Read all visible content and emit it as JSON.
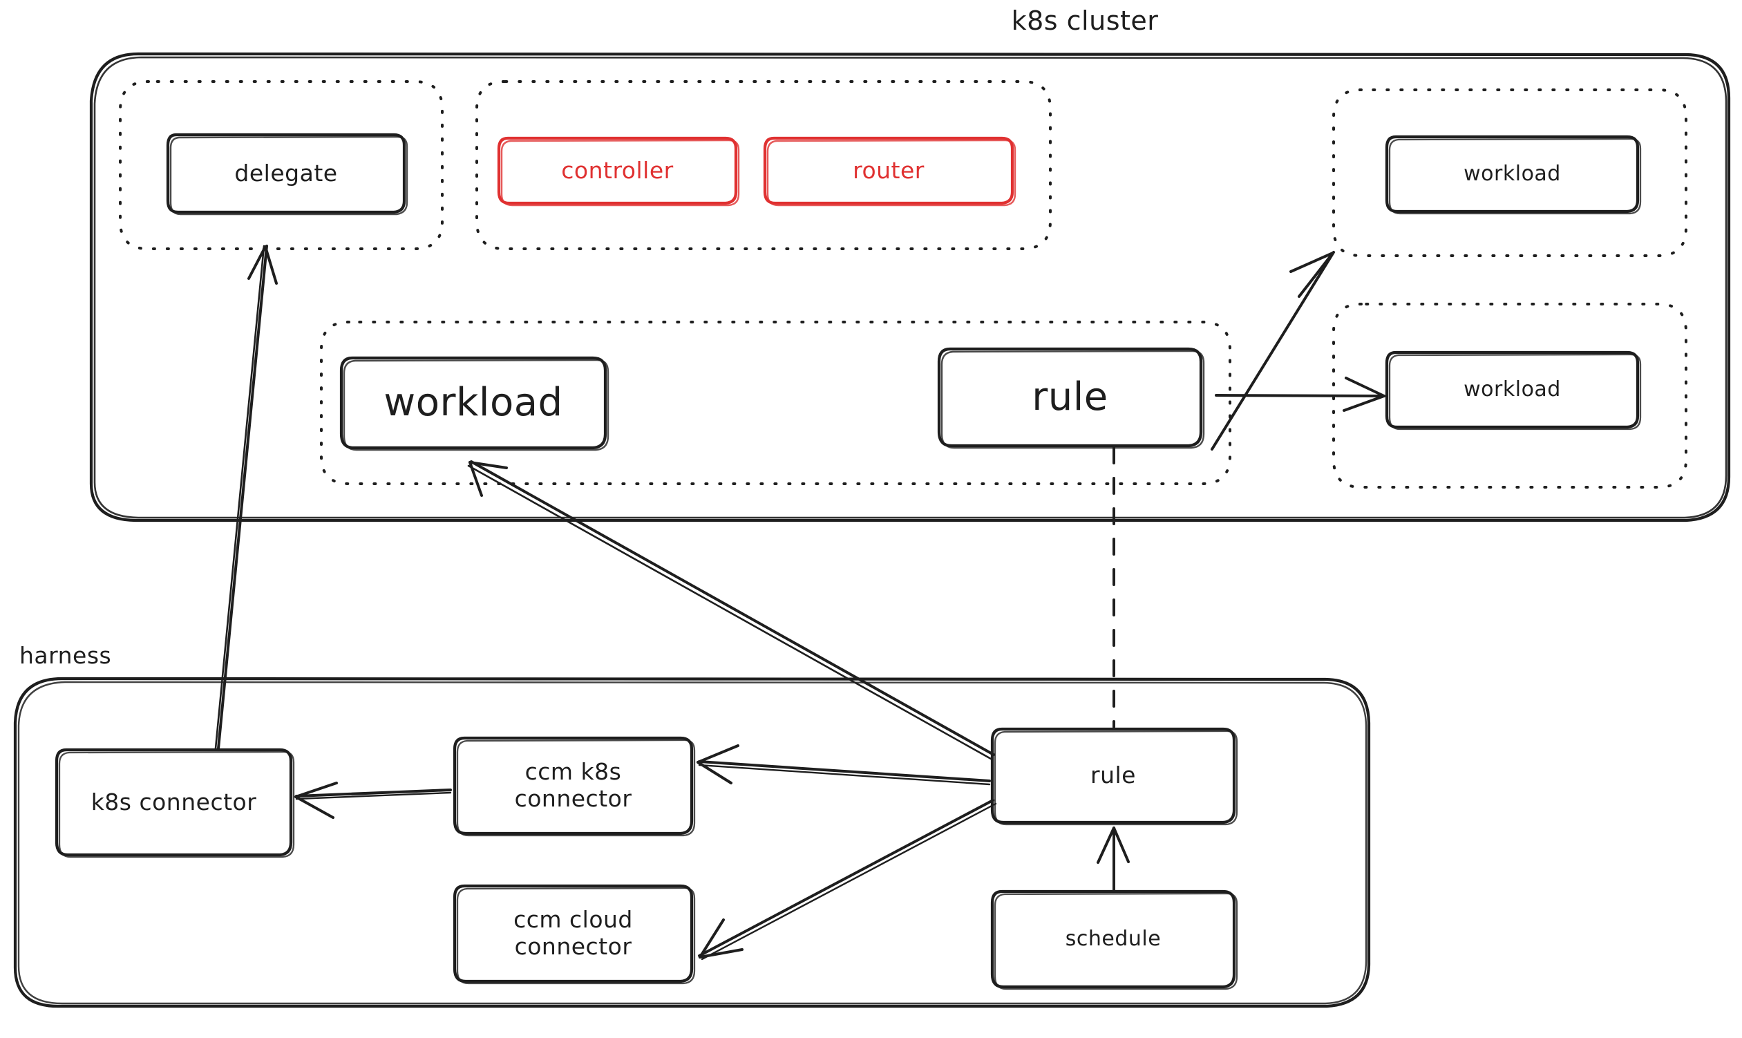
{
  "diagram": {
    "title_note": "k8s cluster / harness architecture diagram",
    "colors": {
      "stroke": "#1e1e1e",
      "accent_red": "#e03131",
      "background": "#ffffff"
    },
    "containers": [
      {
        "id": "k8s-cluster",
        "label": "k8s cluster"
      },
      {
        "id": "harness",
        "label": "harness"
      }
    ],
    "groups": [
      {
        "id": "delegate-group",
        "label": ""
      },
      {
        "id": "control-plane-group",
        "label": ""
      },
      {
        "id": "workload-group-top-right",
        "label": ""
      },
      {
        "id": "workload-rule-group",
        "label": ""
      },
      {
        "id": "workload-group-bottom-right",
        "label": ""
      }
    ],
    "nodes": {
      "delegate": {
        "label": "delegate",
        "color": "dark"
      },
      "controller": {
        "label": "controller",
        "color": "red"
      },
      "router": {
        "label": "router",
        "color": "red"
      },
      "workload_top_right": {
        "label": "workload",
        "color": "dark"
      },
      "workload_center": {
        "label": "workload",
        "color": "dark"
      },
      "rule_cluster": {
        "label": "rule",
        "color": "dark"
      },
      "workload_bottom_right": {
        "label": "workload",
        "color": "dark"
      },
      "k8s_connector": {
        "label": "k8s connector",
        "color": "dark"
      },
      "ccm_k8s_connector": {
        "label": "ccm k8s\nconnector",
        "line1": "ccm k8s",
        "line2": "connector",
        "color": "dark"
      },
      "ccm_cloud_connector": {
        "label": "ccm cloud\nconnector",
        "line1": "ccm cloud",
        "line2": "connector",
        "color": "dark"
      },
      "rule_harness": {
        "label": "rule",
        "color": "dark"
      },
      "schedule": {
        "label": "schedule",
        "color": "dark"
      }
    },
    "edges": [
      {
        "from": "k8s_connector",
        "to": "delegate",
        "style": "solid",
        "arrow": "end"
      },
      {
        "from": "rule_harness",
        "to": "workload_center",
        "style": "solid",
        "arrow": "end"
      },
      {
        "from": "rule_cluster",
        "to": "workload_top_right",
        "style": "solid",
        "arrow": "end"
      },
      {
        "from": "rule_cluster",
        "to": "workload_bottom_right",
        "style": "solid",
        "arrow": "end"
      },
      {
        "from": "rule_cluster",
        "to": "rule_harness",
        "style": "dashed",
        "arrow": "none"
      },
      {
        "from": "ccm_k8s_connector",
        "to": "k8s_connector",
        "style": "solid",
        "arrow": "end"
      },
      {
        "from": "rule_harness",
        "to": "ccm_k8s_connector",
        "style": "solid",
        "arrow": "end"
      },
      {
        "from": "rule_harness",
        "to": "ccm_cloud_connector",
        "style": "solid",
        "arrow": "end"
      },
      {
        "from": "schedule",
        "to": "rule_harness",
        "style": "solid",
        "arrow": "end"
      }
    ]
  }
}
